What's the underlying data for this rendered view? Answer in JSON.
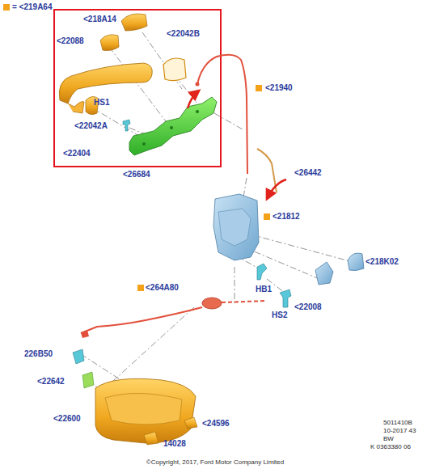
{
  "diagram": {
    "labels": [
      "<218A14",
      "<22088",
      "<22042B",
      "HS1",
      "<22042A",
      "<22404",
      "<26684",
      "<21940",
      "<26442",
      "<21812",
      "<218K02",
      "HB1",
      "<22008",
      "HS2",
      "<264A80",
      "226B50",
      "<22642",
      "<22600",
      "<24596",
      "14028",
      "5011410B",
      "10-2017 43",
      "BW",
      "K 0363380 06",
      "©Copyright, 2017, Ford Motor Company Limited"
    ],
    "legend": [
      {
        "text": "= <219A64",
        "color": "#f5a21b"
      }
    ]
  }
}
